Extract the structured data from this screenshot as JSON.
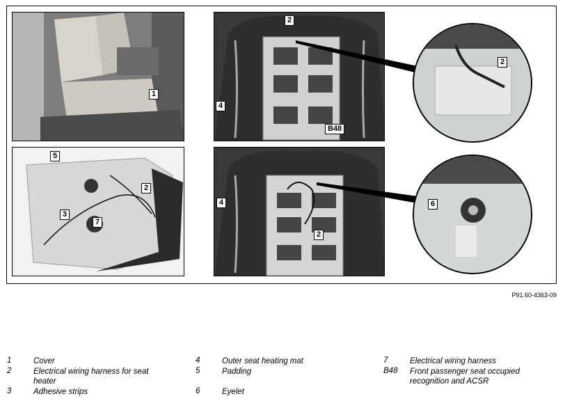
{
  "callouts": {
    "p1": [
      "1"
    ],
    "p2": [
      "2",
      "4",
      "B48"
    ],
    "p3": [
      "5",
      "2",
      "3",
      "7"
    ],
    "p4": [
      "4",
      "2"
    ],
    "c1": [
      "2"
    ],
    "c2": [
      "6"
    ]
  },
  "figure_id": "P91.60-4363-09",
  "legend": [
    {
      "num": "1",
      "text": "Cover"
    },
    {
      "num": "2",
      "text": "Electrical wiring harness for seat heater"
    },
    {
      "num": "3",
      "text": "Adhesive strips"
    },
    {
      "num": "4",
      "text": "Outer seat heating mat"
    },
    {
      "num": "5",
      "text": "Padding"
    },
    {
      "num": "6",
      "text": "Eyelet"
    },
    {
      "num": "7",
      "text": "Electrical wiring harness"
    },
    {
      "num": "B48",
      "text": "Front passenger seat occupied recognition and ACSR"
    }
  ]
}
